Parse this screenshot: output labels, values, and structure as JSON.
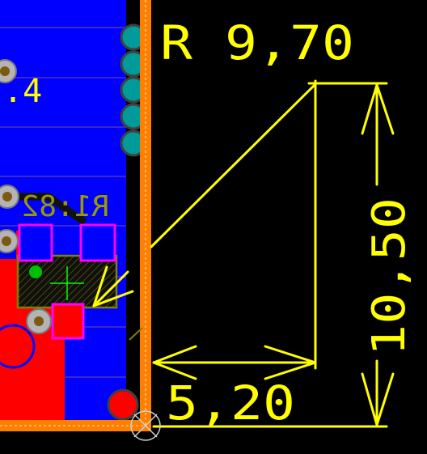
{
  "viewport": {
    "name": "pcb-layout-viewport"
  },
  "dimensions": {
    "radius_label": "R 9,70",
    "width_label": "5,20",
    "height_label": "10,50"
  },
  "silkscreen": {
    "designator_fragment": ".4",
    "mirrored_label": "R1:82"
  },
  "colors": {
    "background": "#000000",
    "copper_bottom": "#0000ff",
    "copper_top": "#ff0000",
    "board_outline": "#ff8000",
    "dimension": "#ffff00",
    "silk_dim": "#9a9a00",
    "pad_outline": "#ff00ff",
    "via_teal": "#00a0a0",
    "via_gray": "#b4b4b4",
    "via_ring": "#808080",
    "guide_line": "#a09040",
    "crosshair_green": "#00ff00",
    "courtyard_olive": "#808000"
  },
  "icons": {
    "origin_marker": "origin-crosshair-icon",
    "component_center": "component-center-crosshair-icon"
  }
}
